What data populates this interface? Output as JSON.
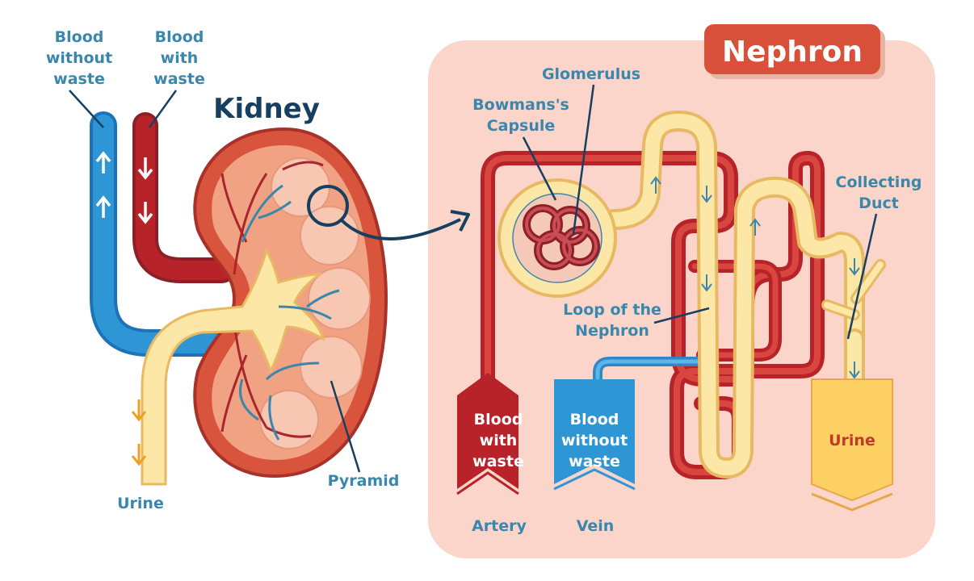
{
  "diagram": {
    "kidney_title": "Kidney",
    "nephron_title": "Nephron",
    "left": {
      "blood_without_waste": [
        "Blood",
        "without",
        "waste"
      ],
      "blood_with_waste": [
        "Blood",
        "with",
        "waste"
      ],
      "urine": "Urine",
      "pyramid": "Pyramid"
    },
    "nephron": {
      "glomerulus": "Glomerulus",
      "bowmans_capsule": [
        "Bowmans's",
        "Capsule"
      ],
      "collecting_duct": [
        "Collecting",
        "Duct"
      ],
      "loop": [
        "Loop of the",
        "Nephron"
      ],
      "artery_box": [
        "Blood",
        "with",
        "waste"
      ],
      "vein_box": [
        "Blood",
        "without",
        "waste"
      ],
      "urine_box": "Urine",
      "artery": "Artery",
      "vein": "Vein"
    },
    "colors": {
      "red": "#b8232a",
      "blue": "#2f96d6",
      "yellow": "#fde7a6",
      "panel": "#fbd5c9",
      "kidney_outer": "#d9543c",
      "kidney_inner": "#f0a282",
      "title_box": "#d9503a"
    }
  }
}
